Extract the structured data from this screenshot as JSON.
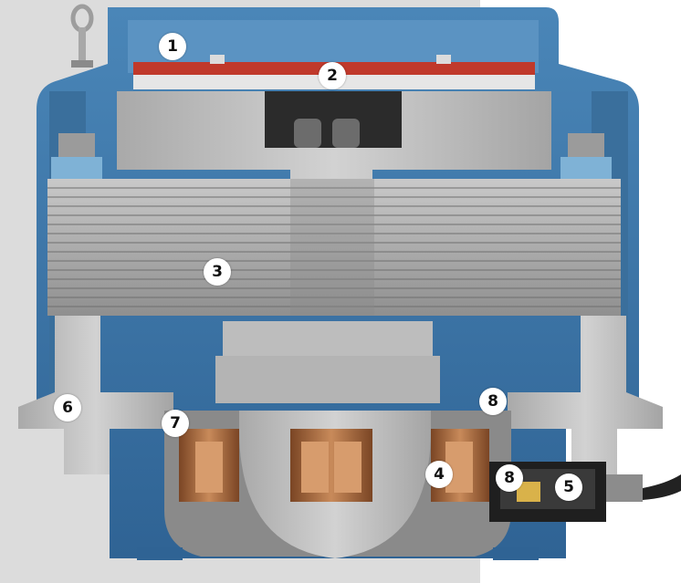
{
  "colors": {
    "background_left": "#dcdcdc",
    "background_right": "#ffffff",
    "housing_blue": "#3e78a8",
    "housing_blue_dark": "#2b5a86",
    "housing_blue_light": "#6fa0c8",
    "laminations": "#9a9a9a",
    "copper_coil": "#a0663c",
    "red_pad": "#c0392b",
    "aluminum": "#b8b8b8"
  },
  "callouts": [
    {
      "id": "c1",
      "label": "1"
    },
    {
      "id": "c2",
      "label": "2"
    },
    {
      "id": "c3",
      "label": "3"
    },
    {
      "id": "c4",
      "label": "4"
    },
    {
      "id": "c5",
      "label": "5"
    },
    {
      "id": "c6",
      "label": "6"
    },
    {
      "id": "c7",
      "label": "7"
    },
    {
      "id": "c8a",
      "label": "8"
    },
    {
      "id": "c8b",
      "label": "8"
    }
  ]
}
